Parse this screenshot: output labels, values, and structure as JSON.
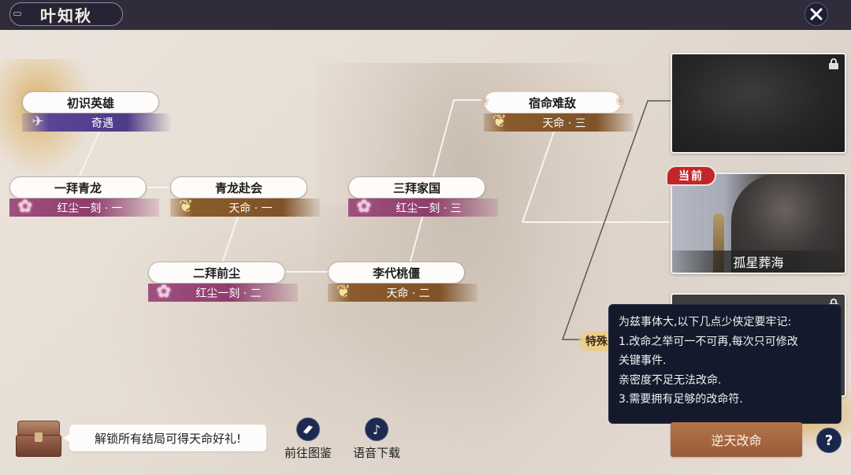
{
  "header": {
    "title": "叶知秋",
    "close_icon": "close-icon"
  },
  "story_tree": {
    "nodes": [
      {
        "id": "chushi",
        "name": "初识英雄",
        "tag": "奇遇",
        "tag_type": "purple",
        "icon": "crane-icon"
      },
      {
        "id": "yibai",
        "name": "一拜青龙",
        "tag": "红尘一刻 · 一",
        "tag_type": "pink",
        "icon": "sakura-icon"
      },
      {
        "id": "qinglong",
        "name": "青龙赴会",
        "tag": "天命 · 一",
        "tag_type": "brown",
        "icon": "butterfly-icon"
      },
      {
        "id": "erbai",
        "name": "二拜前尘",
        "tag": "红尘一刻 · 二",
        "tag_type": "pink",
        "icon": "sakura-icon"
      },
      {
        "id": "lidai",
        "name": "李代桃僵",
        "tag": "天命 · 二",
        "tag_type": "brown",
        "icon": "butterfly-icon"
      },
      {
        "id": "sanbai",
        "name": "三拜家国",
        "tag": "红尘一刻 · 三",
        "tag_type": "pink",
        "icon": "sakura-icon"
      },
      {
        "id": "suming",
        "name": "宿命难敌",
        "tag": "天命 · 三",
        "tag_type": "brown",
        "icon": "butterfly-icon"
      }
    ]
  },
  "endings": {
    "cards": [
      {
        "id": "ending-1",
        "locked": true,
        "caption": ""
      },
      {
        "id": "ending-2",
        "locked": false,
        "current": true,
        "caption": "孤星葬海"
      },
      {
        "id": "ending-3",
        "locked": true,
        "caption": ""
      }
    ],
    "current_badge": "当前",
    "special_badge": "特殊"
  },
  "tooltip": {
    "lines": [
      "为兹事体大,以下几点少侠定要牢记:",
      "1.改命之举可一不可再,每次只可修改",
      "关键事件.",
      "亲密度不足无法改命.",
      "3.需要拥有足够的改命符."
    ]
  },
  "actions": {
    "change_fate_button": "逆天改命",
    "help_button": "?"
  },
  "footer": {
    "reward_text": "解锁所有结局可得天命好礼!",
    "gallery_label": "前往图鉴",
    "voice_download_label": "语音下载"
  },
  "colors": {
    "topbar": "#302c3a",
    "tag_purple": "#4e3b88",
    "tag_pink": "#8e3d6c",
    "tag_brown": "#7f5228",
    "current_badge": "#c0262b",
    "tooltip_bg": "#141a2c",
    "action_button": "#a4653f"
  }
}
